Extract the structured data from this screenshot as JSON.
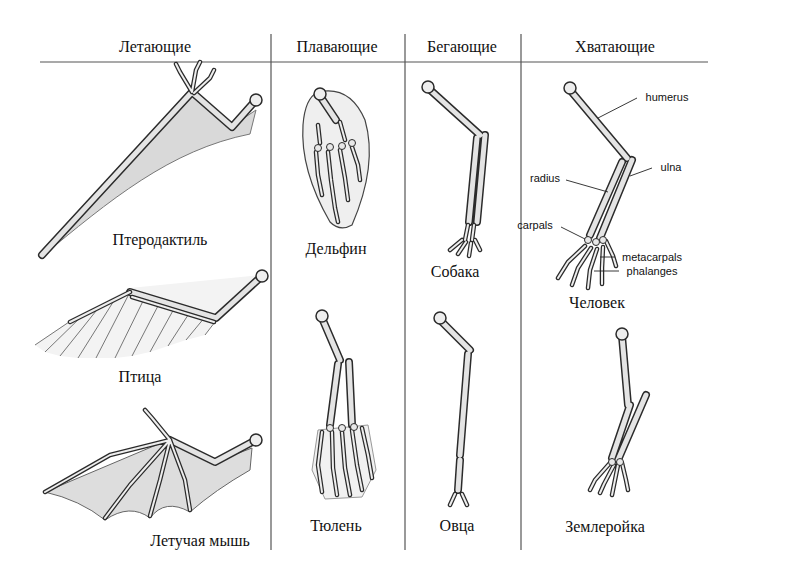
{
  "diagram": {
    "labels": [
      "Летающие",
      "Плавающие",
      "Бегающие",
      "Хватающие",
      "Птеродактиль",
      "Дельфин",
      "Собака",
      "Человек",
      "humerus",
      "ulna",
      "radius",
      "carpals",
      "metacarpals",
      "phalanges",
      "Птица",
      "Тюлень",
      "Овца",
      "Землеройка",
      "Летучая мышь"
    ]
  }
}
